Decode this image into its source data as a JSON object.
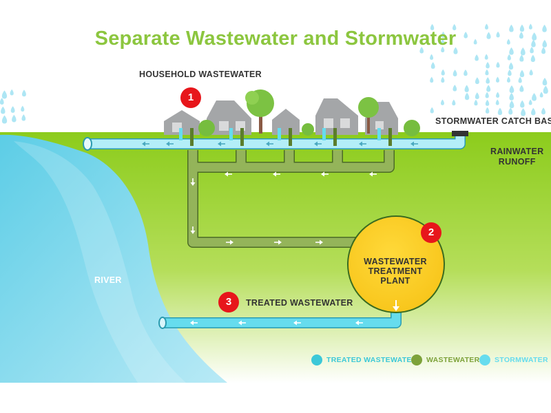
{
  "title": "Separate Wastewater and Stormwater",
  "labels": {
    "household": "HOUSEHOLD WASTEWATER",
    "catch_basin": "STORMWATER CATCH BASIN",
    "runoff_line1": "RAINWATER",
    "runoff_line2": "RUNOFF",
    "river": "RIVER",
    "treated": "TREATED WASTEWATER",
    "plant_line1": "WASTEWATER",
    "plant_line2": "TREATMENT",
    "plant_line3": "PLANT"
  },
  "steps": [
    "1",
    "2",
    "3"
  ],
  "legend": [
    {
      "label": "TREATED WASTEWATER",
      "color": "#3cc8d8"
    },
    {
      "label": "WASTEWATER",
      "color": "#7da23a"
    },
    {
      "label": "STORMWATER",
      "color": "#66dcee"
    }
  ],
  "colors": {
    "title": "#8cc63f",
    "grass": "#8ccc2a",
    "river": "#6fd3ea",
    "stormwater_pipe": "#a3e8f4",
    "wastewater_pipe": "#94b45a",
    "plant": "#fcd22a",
    "marker": "#e7161b",
    "raindrops": "#aee6f4"
  }
}
